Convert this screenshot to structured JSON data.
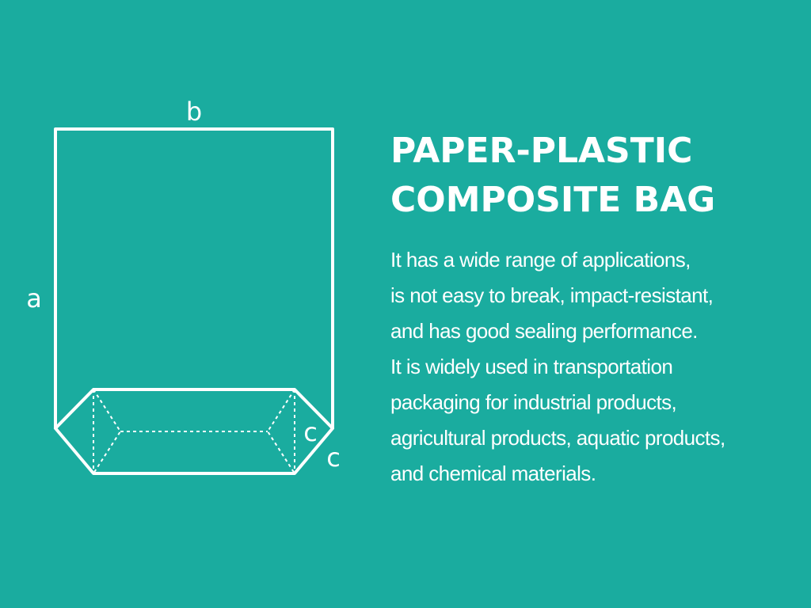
{
  "diagram": {
    "labels": {
      "width": "b",
      "height": "a",
      "gusset_inner": "c",
      "gusset_outer": "c"
    }
  },
  "heading": {
    "lines": [
      "PAPER-PLASTIC",
      "COMPOSITE BAG"
    ]
  },
  "description": {
    "lines": [
      "It has a wide range of applications,",
      "is not easy to break, impact-resistant,",
      "and has good sealing performance.",
      "It is widely used in transportation",
      "packaging for industrial products,",
      "agricultural products, aquatic products,",
      "and chemical materials."
    ]
  },
  "colors": {
    "background": "#1aac9f",
    "foreground": "#ffffff"
  }
}
